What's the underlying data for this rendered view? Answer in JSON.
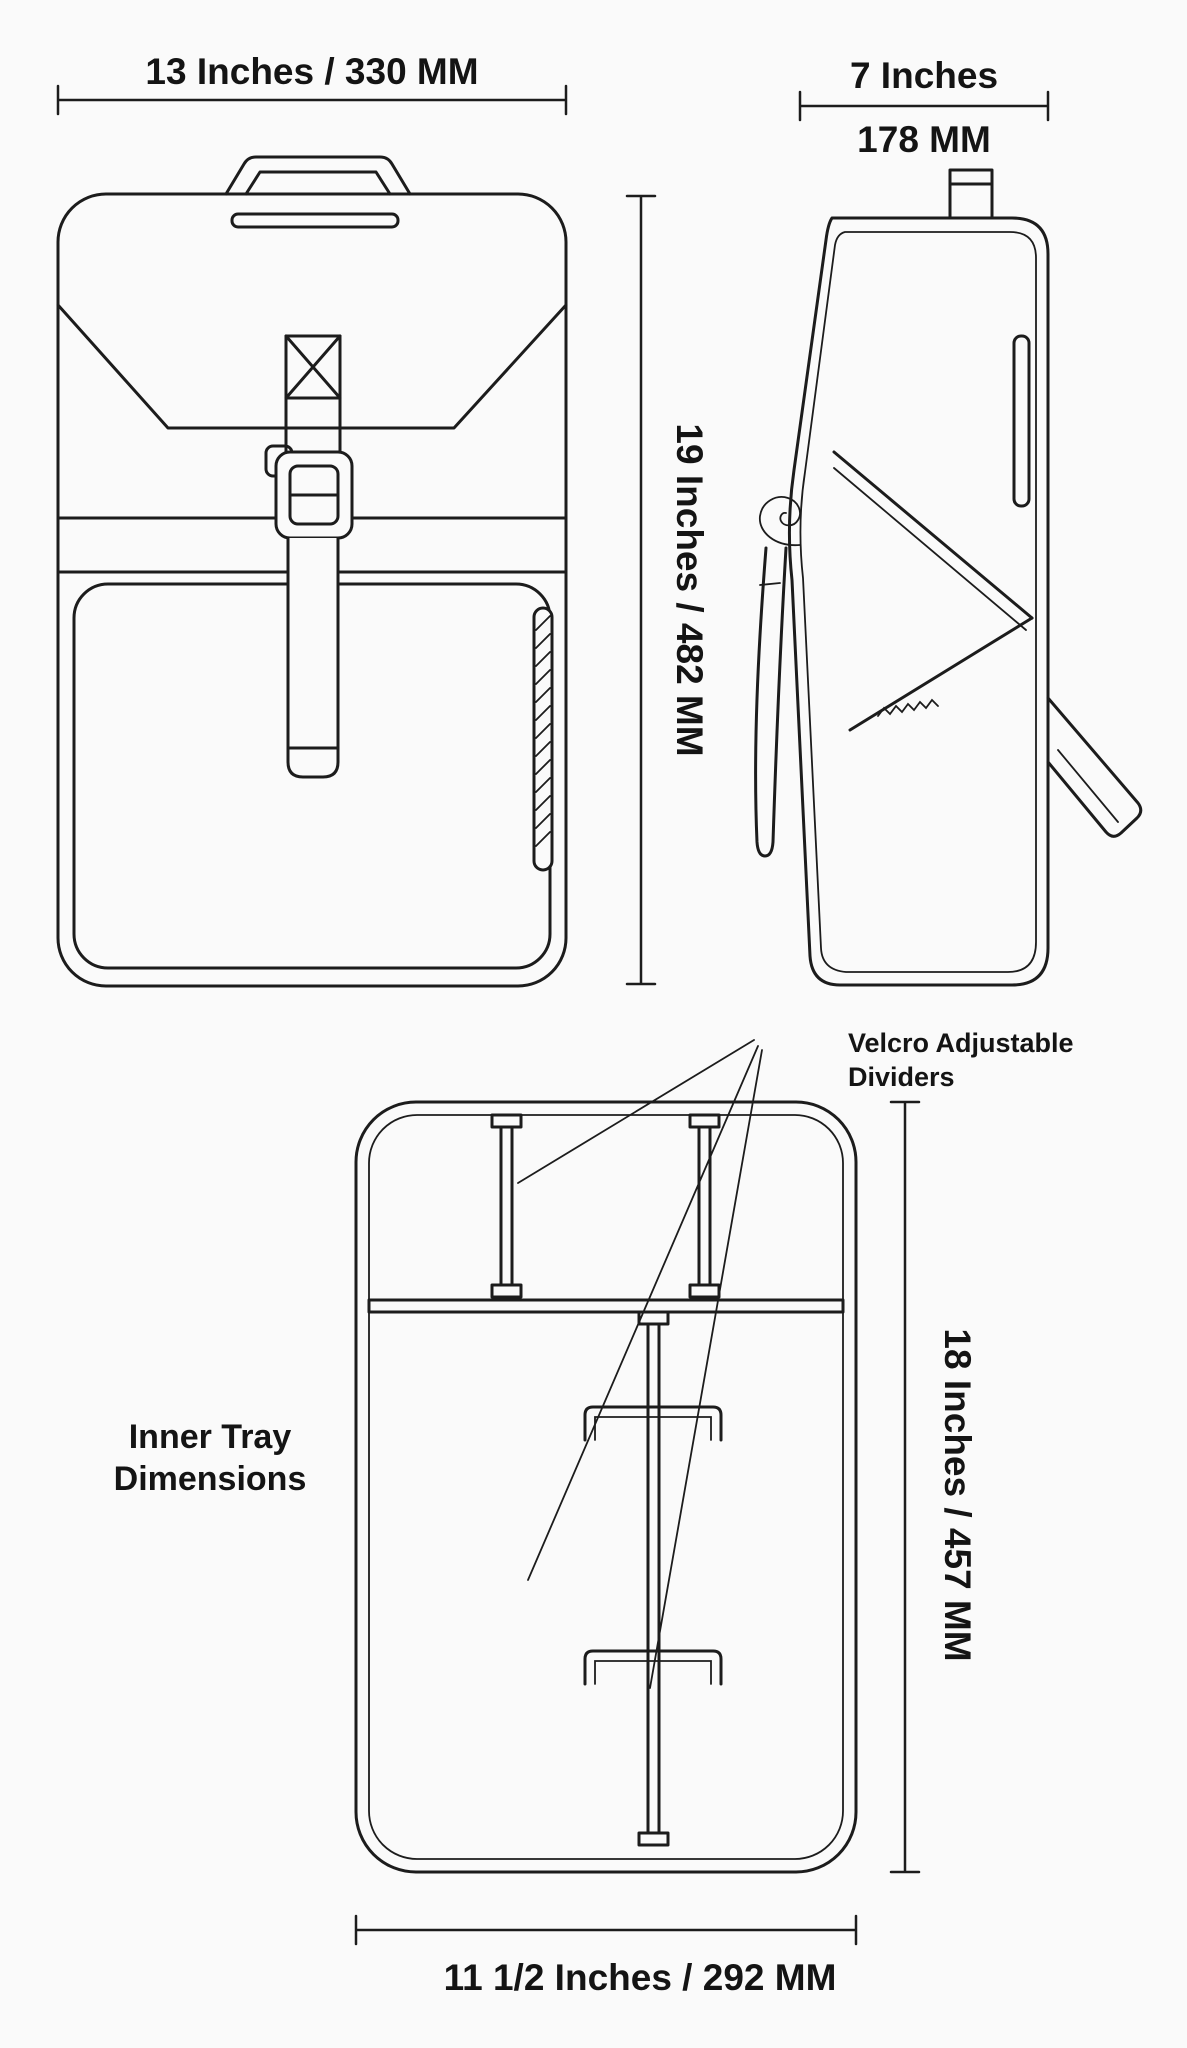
{
  "page": {
    "background": "#fafafa",
    "line_color": "#1c1c1c"
  },
  "front_view": {
    "width_dimension": "13 Inches / 330 MM",
    "height_dimension": "19 Inches / 482 MM"
  },
  "side_view": {
    "width_dimension_inches": "7 Inches",
    "width_dimension_mm": "178 MM"
  },
  "inner_tray": {
    "title_line1": "Inner Tray",
    "title_line2": "Dimensions",
    "height_dimension": "18 Inches / 457 MM",
    "width_dimension": "11 1/2 Inches / 292 MM",
    "callout_line1": "Velcro Adjustable",
    "callout_line2": "Dividers"
  }
}
